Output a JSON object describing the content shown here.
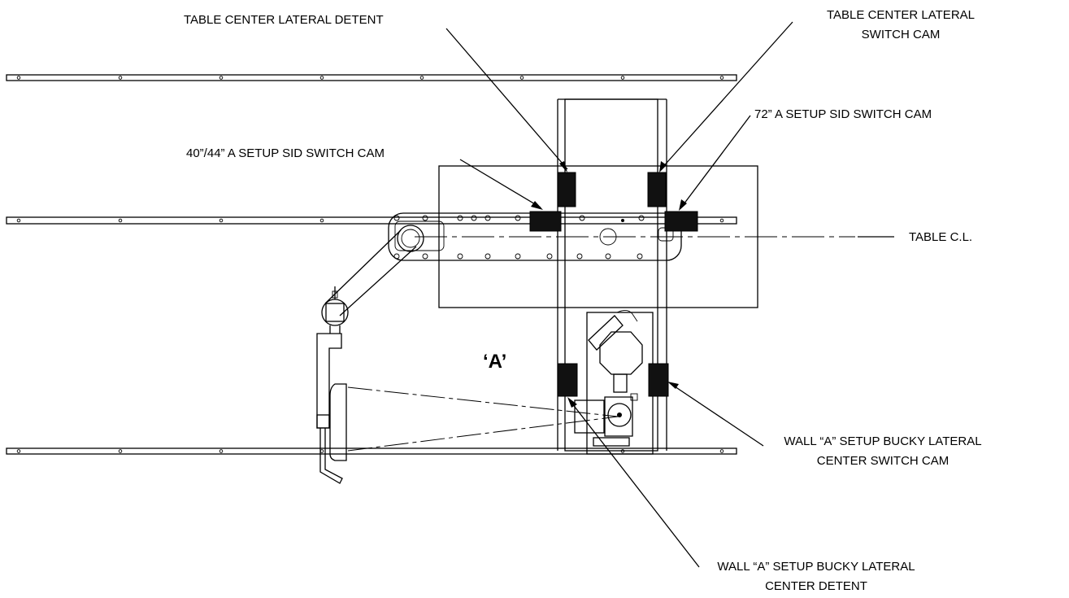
{
  "labels": {
    "table_center_lateral_detent": "TABLE CENTER LATERAL DETENT",
    "table_center_lateral_switch_cam_line1": "TABLE CENTER LATERAL",
    "table_center_lateral_switch_cam_line2": "SWITCH CAM",
    "sid_switch_cam_40_44": "40”/44” A SETUP SID SWITCH CAM",
    "sid_switch_cam_72": "72” A SETUP SID SWITCH CAM",
    "table_cl": "TABLE C.L.",
    "wall_bucky_switch_cam_line1": "WALL “A” SETUP BUCKY LATERAL",
    "wall_bucky_switch_cam_line2": "CENTER SWITCH CAM",
    "wall_bucky_detent_line1": "WALL “A” SETUP BUCKY LATERAL",
    "wall_bucky_detent_line2": "CENTER DETENT",
    "view_a": "‘A’"
  },
  "colors": {
    "line": "#000000",
    "cam_block": "#111111",
    "background": "#ffffff"
  }
}
